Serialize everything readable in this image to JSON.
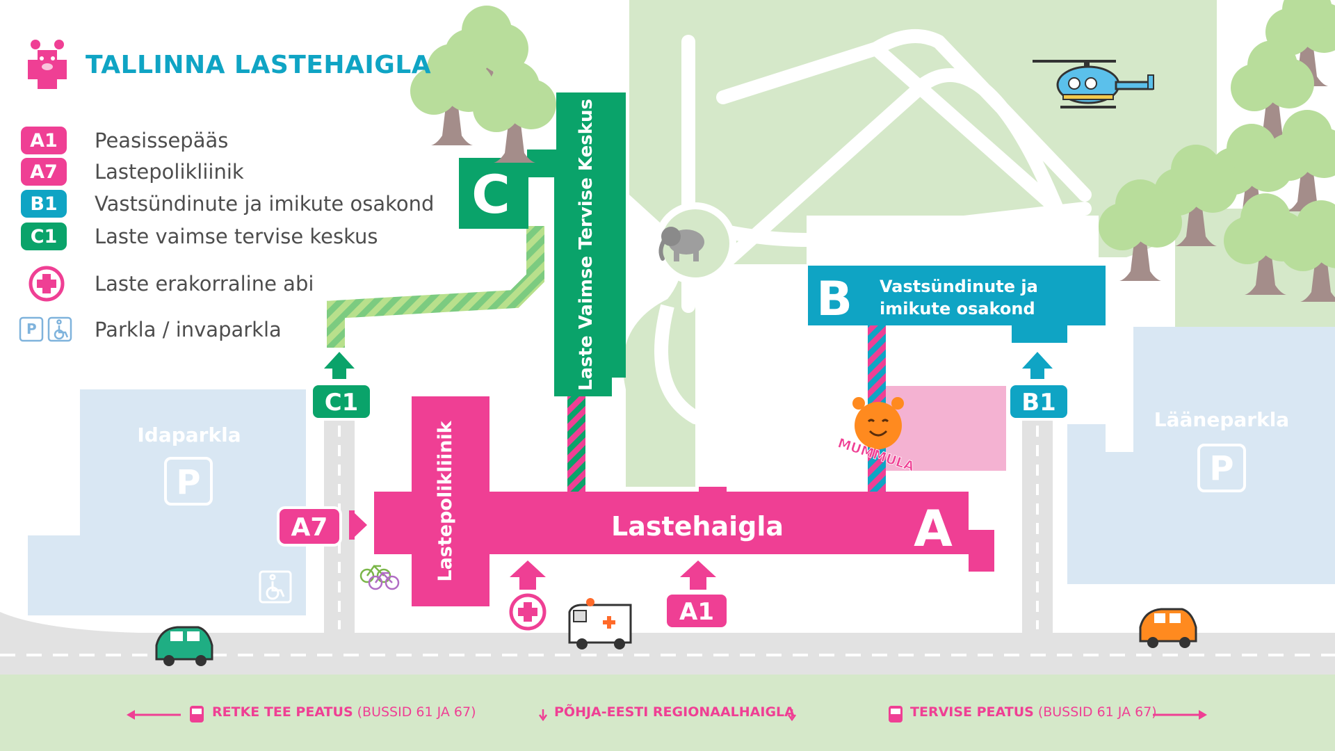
{
  "brand": {
    "title": "TALLINNA LASTEHAIGLA",
    "logo_icon": "bear-head-cross-icon"
  },
  "colors": {
    "pink": "#ef3f94",
    "green": "#0aa36a",
    "teal": "#0fa4c4",
    "park": "#d5e8c9",
    "parking": "#d9e7f3",
    "road": "#e2e2e2",
    "text": "#4d4d4d"
  },
  "legend": {
    "items": [
      {
        "code": "A1",
        "label": "Peasissepääs",
        "color": "#ef3f94"
      },
      {
        "code": "A7",
        "label": "Lastepolikliinik",
        "color": "#ef3f94"
      },
      {
        "code": "B1",
        "label": "Vastsündinute ja imikute osakond",
        "color": "#0fa4c4"
      },
      {
        "code": "C1",
        "label": "Laste vaimse tervise keskus",
        "color": "#0aa36a"
      }
    ],
    "emergency": {
      "label": "Laste erakorraline abi",
      "icon": "emergency-cross-icon"
    },
    "parking": {
      "label": "Parkla / invaparkla",
      "icons": [
        "parking-icon",
        "wheelchair-icon"
      ],
      "p_glyph": "P"
    }
  },
  "buildings": {
    "a": {
      "name": "Lastehaigla",
      "letter": "A"
    },
    "b": {
      "name_line1": "Vastsündinute ja",
      "name_line2": "imikute osakond",
      "letter": "B"
    },
    "c": {
      "name": "Laste Vaimse Tervise Keskus",
      "letter": "C"
    },
    "polyclinic": {
      "name": "Lastepolikliinik"
    }
  },
  "entrances": {
    "a1": "A1",
    "a7": "A7",
    "b1": "B1",
    "c1": "C1"
  },
  "parking_lots": {
    "east": {
      "name": "Idaparkla",
      "glyph": "P"
    },
    "west": {
      "name": "Lääneparkla",
      "glyph": "P"
    }
  },
  "mummula": {
    "label": "MUMMULA"
  },
  "footer": {
    "left": {
      "stop": "RETKE TEE PEATUS",
      "buses": "(BUSSID 61 JA 67)",
      "icon": "bus-icon"
    },
    "center": {
      "label": "PÕHJA-EESTI REGIONAALHAIGLA"
    },
    "right": {
      "stop": "TERVISE PEATUS",
      "buses": "(BUSSID 61 JA 67)",
      "icon": "bus-icon"
    }
  }
}
